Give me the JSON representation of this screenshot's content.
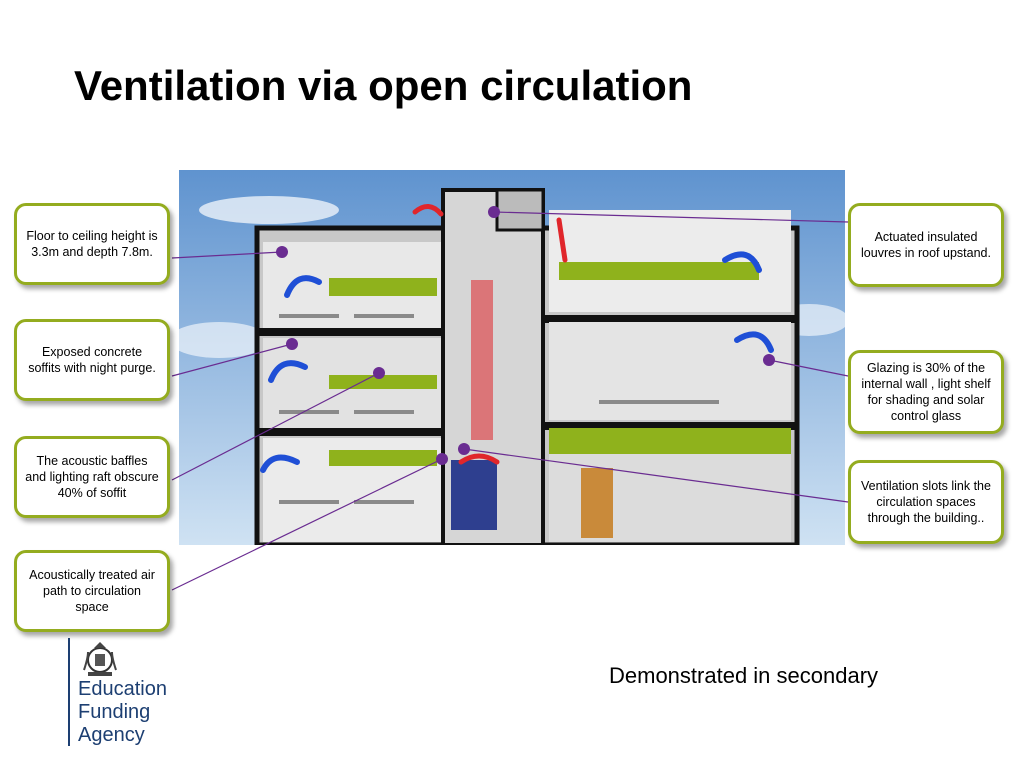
{
  "title": "Ventilation via open circulation",
  "callouts": {
    "floor_height": "Floor to ceiling height is 3.3m  and depth 7.8m.",
    "concrete_soffits": "Exposed concrete soffits with night purge.",
    "acoustic_baffles": "The acoustic baffles and lighting raft obscure 40% of soffit",
    "air_path": "Acoustically treated air path to circulation space",
    "louvres": "Actuated insulated louvres in roof upstand.",
    "glazing": "Glazing is 30% of the internal wall , light shelf for shading and solar control glass",
    "vent_slots": "Ventilation slots link the circulation spaces through the building.."
  },
  "footer": "Demonstrated in secondary",
  "logo": {
    "line1": "Education",
    "line2": "Funding",
    "line3": "Agency",
    "crest_icon": "royal-crest-icon"
  },
  "colors": {
    "callout_border": "#94ac1f",
    "leader_line": "#6a2c91",
    "airflow_arrow": "#1f4fd6",
    "exhaust_arrow": "#e0262b",
    "accent_wall": "#8fb21c",
    "brand": "#1d3f72"
  }
}
